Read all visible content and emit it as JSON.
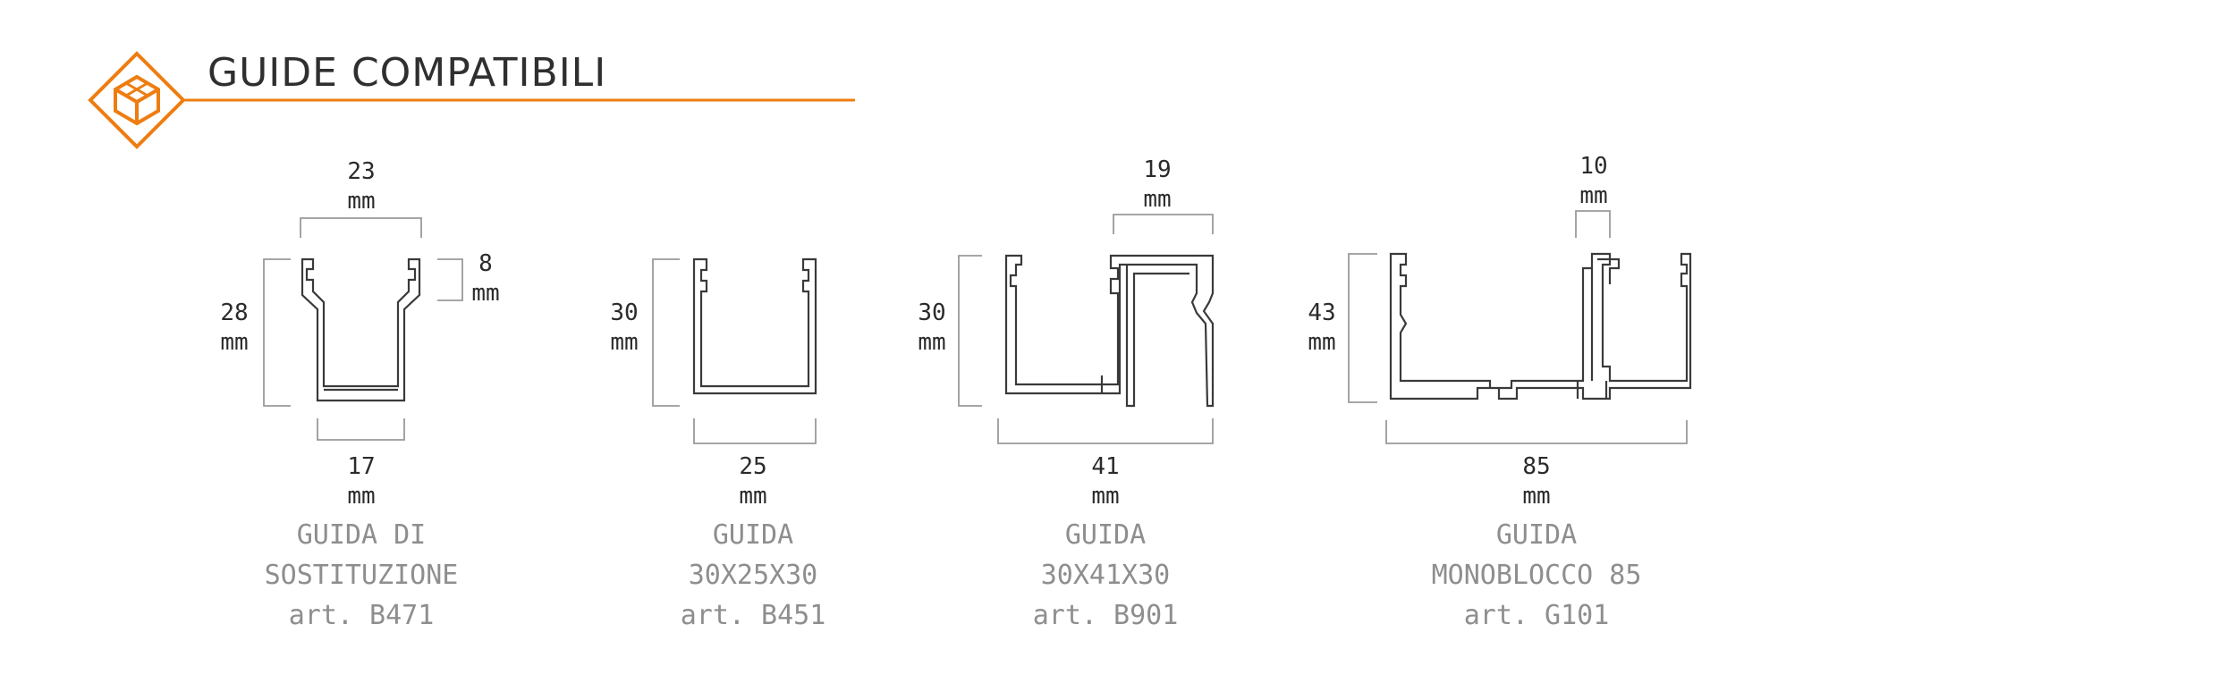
{
  "header": {
    "title": "GUIDE COMPATIBILI",
    "accent_color": "#ee7d11",
    "logo_icon": "cube-in-diamond-icon"
  },
  "guides": [
    {
      "id": "b471",
      "width": {
        "value": "17",
        "unit": "mm"
      },
      "height": {
        "value": "28",
        "unit": "mm"
      },
      "top_opening": {
        "value": "23",
        "unit": "mm"
      },
      "lip": {
        "value": "8",
        "unit": "mm"
      },
      "caption": [
        "GUIDA DI",
        "SOSTITUZIONE",
        "art. B471"
      ]
    },
    {
      "id": "b451",
      "width": {
        "value": "25",
        "unit": "mm"
      },
      "height": {
        "value": "30",
        "unit": "mm"
      },
      "caption": [
        "GUIDA",
        "30X25X30",
        "art. B451"
      ]
    },
    {
      "id": "b901",
      "width": {
        "value": "41",
        "unit": "mm"
      },
      "height": {
        "value": "30",
        "unit": "mm"
      },
      "top_opening": {
        "value": "19",
        "unit": "mm"
      },
      "caption": [
        "GUIDA",
        "30X41X30",
        "art. B901"
      ]
    },
    {
      "id": "g101",
      "width": {
        "value": "85",
        "unit": "mm"
      },
      "height": {
        "value": "43",
        "unit": "mm"
      },
      "top_opening": {
        "value": "10",
        "unit": "mm"
      },
      "caption": [
        "GUIDA",
        "MONOBLOCCO 85",
        "art. G101"
      ]
    }
  ]
}
